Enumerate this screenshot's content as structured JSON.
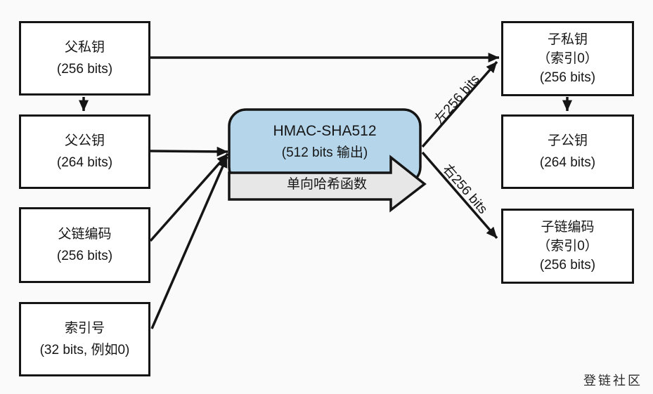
{
  "left_boxes": [
    {
      "label": "父私钥",
      "sub": "(256 bits)"
    },
    {
      "label": "父公钥",
      "sub": "(264 bits)"
    },
    {
      "label": "父链编码",
      "sub": "(256 bits)"
    },
    {
      "label": "索引号",
      "sub": "(32 bits, 例如0)"
    }
  ],
  "center": {
    "title": "HMAC-SHA512",
    "subtitle": "(512 bits 输出)",
    "banner": "单向哈希函数"
  },
  "right_boxes": [
    {
      "label": "子私钥",
      "index": "（索引0）",
      "sub": "(256 bits)"
    },
    {
      "label": "子公钥",
      "index": "",
      "sub": "(264 bits)"
    },
    {
      "label": "子链编码",
      "index": "（索引0）",
      "sub": "(256 bits)"
    }
  ],
  "arrow_labels": {
    "left_output": "左256 bits",
    "right_output": "右256 bits"
  },
  "watermark": "登链社区",
  "colors": {
    "hmac_fill": "#b5d5ea",
    "banner_fill": "#e7e7e7",
    "line": "#151515",
    "background": "#fafafa",
    "box_fill": "#ffffff"
  }
}
